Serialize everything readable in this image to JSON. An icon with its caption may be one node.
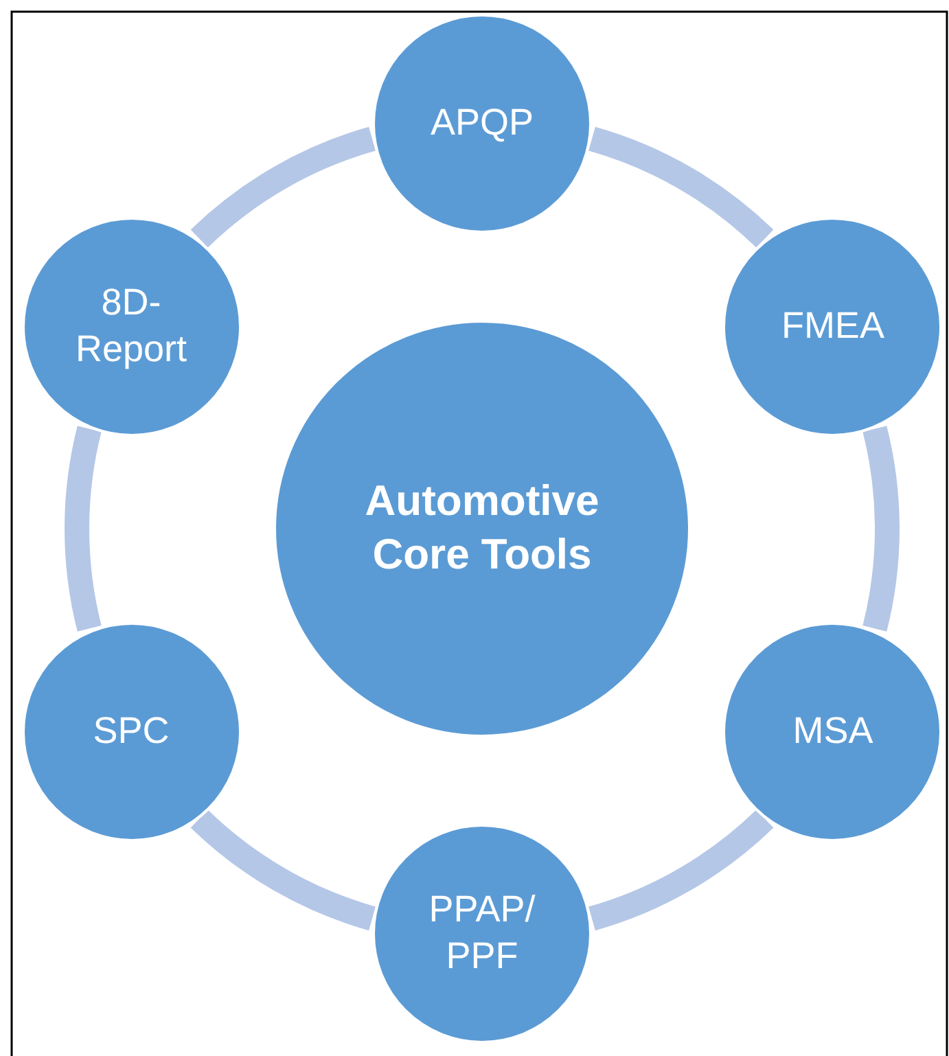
{
  "diagram": {
    "nodes": [
      {
        "text": [
          "Automotive Core Tools"
        ]
      },
      {
        "text": [
          "APQP"
        ]
      },
      {
        "text": [
          "FMEA"
        ]
      },
      {
        "text": [
          "MSA"
        ]
      },
      {
        "text": [
          "PPAP/ PPF"
        ]
      },
      {
        "text": [
          "SPC"
        ]
      },
      {
        "text": [
          "8D- Report"
        ]
      }
    ],
    "edges": [
      {
        "from": 1,
        "to": 2,
        "arrow": "none"
      },
      {
        "from": 2,
        "to": 3,
        "arrow": "none"
      },
      {
        "from": 3,
        "to": 4,
        "arrow": "none"
      },
      {
        "from": 4,
        "to": 5,
        "arrow": "none"
      },
      {
        "from": 5,
        "to": 6,
        "arrow": "none"
      },
      {
        "from": 6,
        "to": 1,
        "arrow": "none"
      }
    ]
  }
}
